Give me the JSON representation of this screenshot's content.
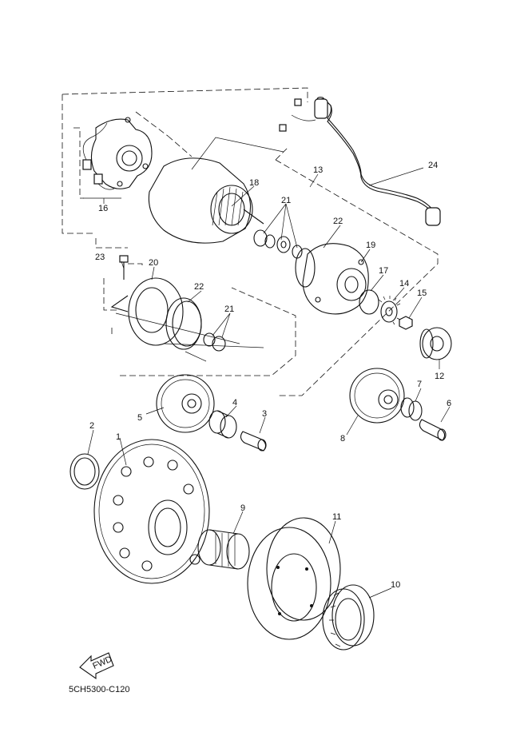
{
  "diagram_code": "5CH5300-C120",
  "fwd_label": "FWD",
  "callouts": [
    {
      "id": "c1",
      "text": "1"
    },
    {
      "id": "c2",
      "text": "2"
    },
    {
      "id": "c3",
      "text": "3"
    },
    {
      "id": "c4",
      "text": "4"
    },
    {
      "id": "c5",
      "text": "5"
    },
    {
      "id": "c6",
      "text": "6"
    },
    {
      "id": "c7",
      "text": "7"
    },
    {
      "id": "c8",
      "text": "8"
    },
    {
      "id": "c9",
      "text": "9"
    },
    {
      "id": "c10",
      "text": "10"
    },
    {
      "id": "c11",
      "text": "11"
    },
    {
      "id": "c12",
      "text": "12"
    },
    {
      "id": "c13",
      "text": "13"
    },
    {
      "id": "c14",
      "text": "14"
    },
    {
      "id": "c15",
      "text": "15"
    },
    {
      "id": "c16",
      "text": "16"
    },
    {
      "id": "c17",
      "text": "17"
    },
    {
      "id": "c18",
      "text": "18"
    },
    {
      "id": "c19",
      "text": "19"
    },
    {
      "id": "c20",
      "text": "20"
    },
    {
      "id": "c21a",
      "text": "21"
    },
    {
      "id": "c21b",
      "text": "21"
    },
    {
      "id": "c22a",
      "text": "22"
    },
    {
      "id": "c22b",
      "text": "22"
    },
    {
      "id": "c23",
      "text": "23"
    },
    {
      "id": "c24",
      "text": "24"
    }
  ]
}
